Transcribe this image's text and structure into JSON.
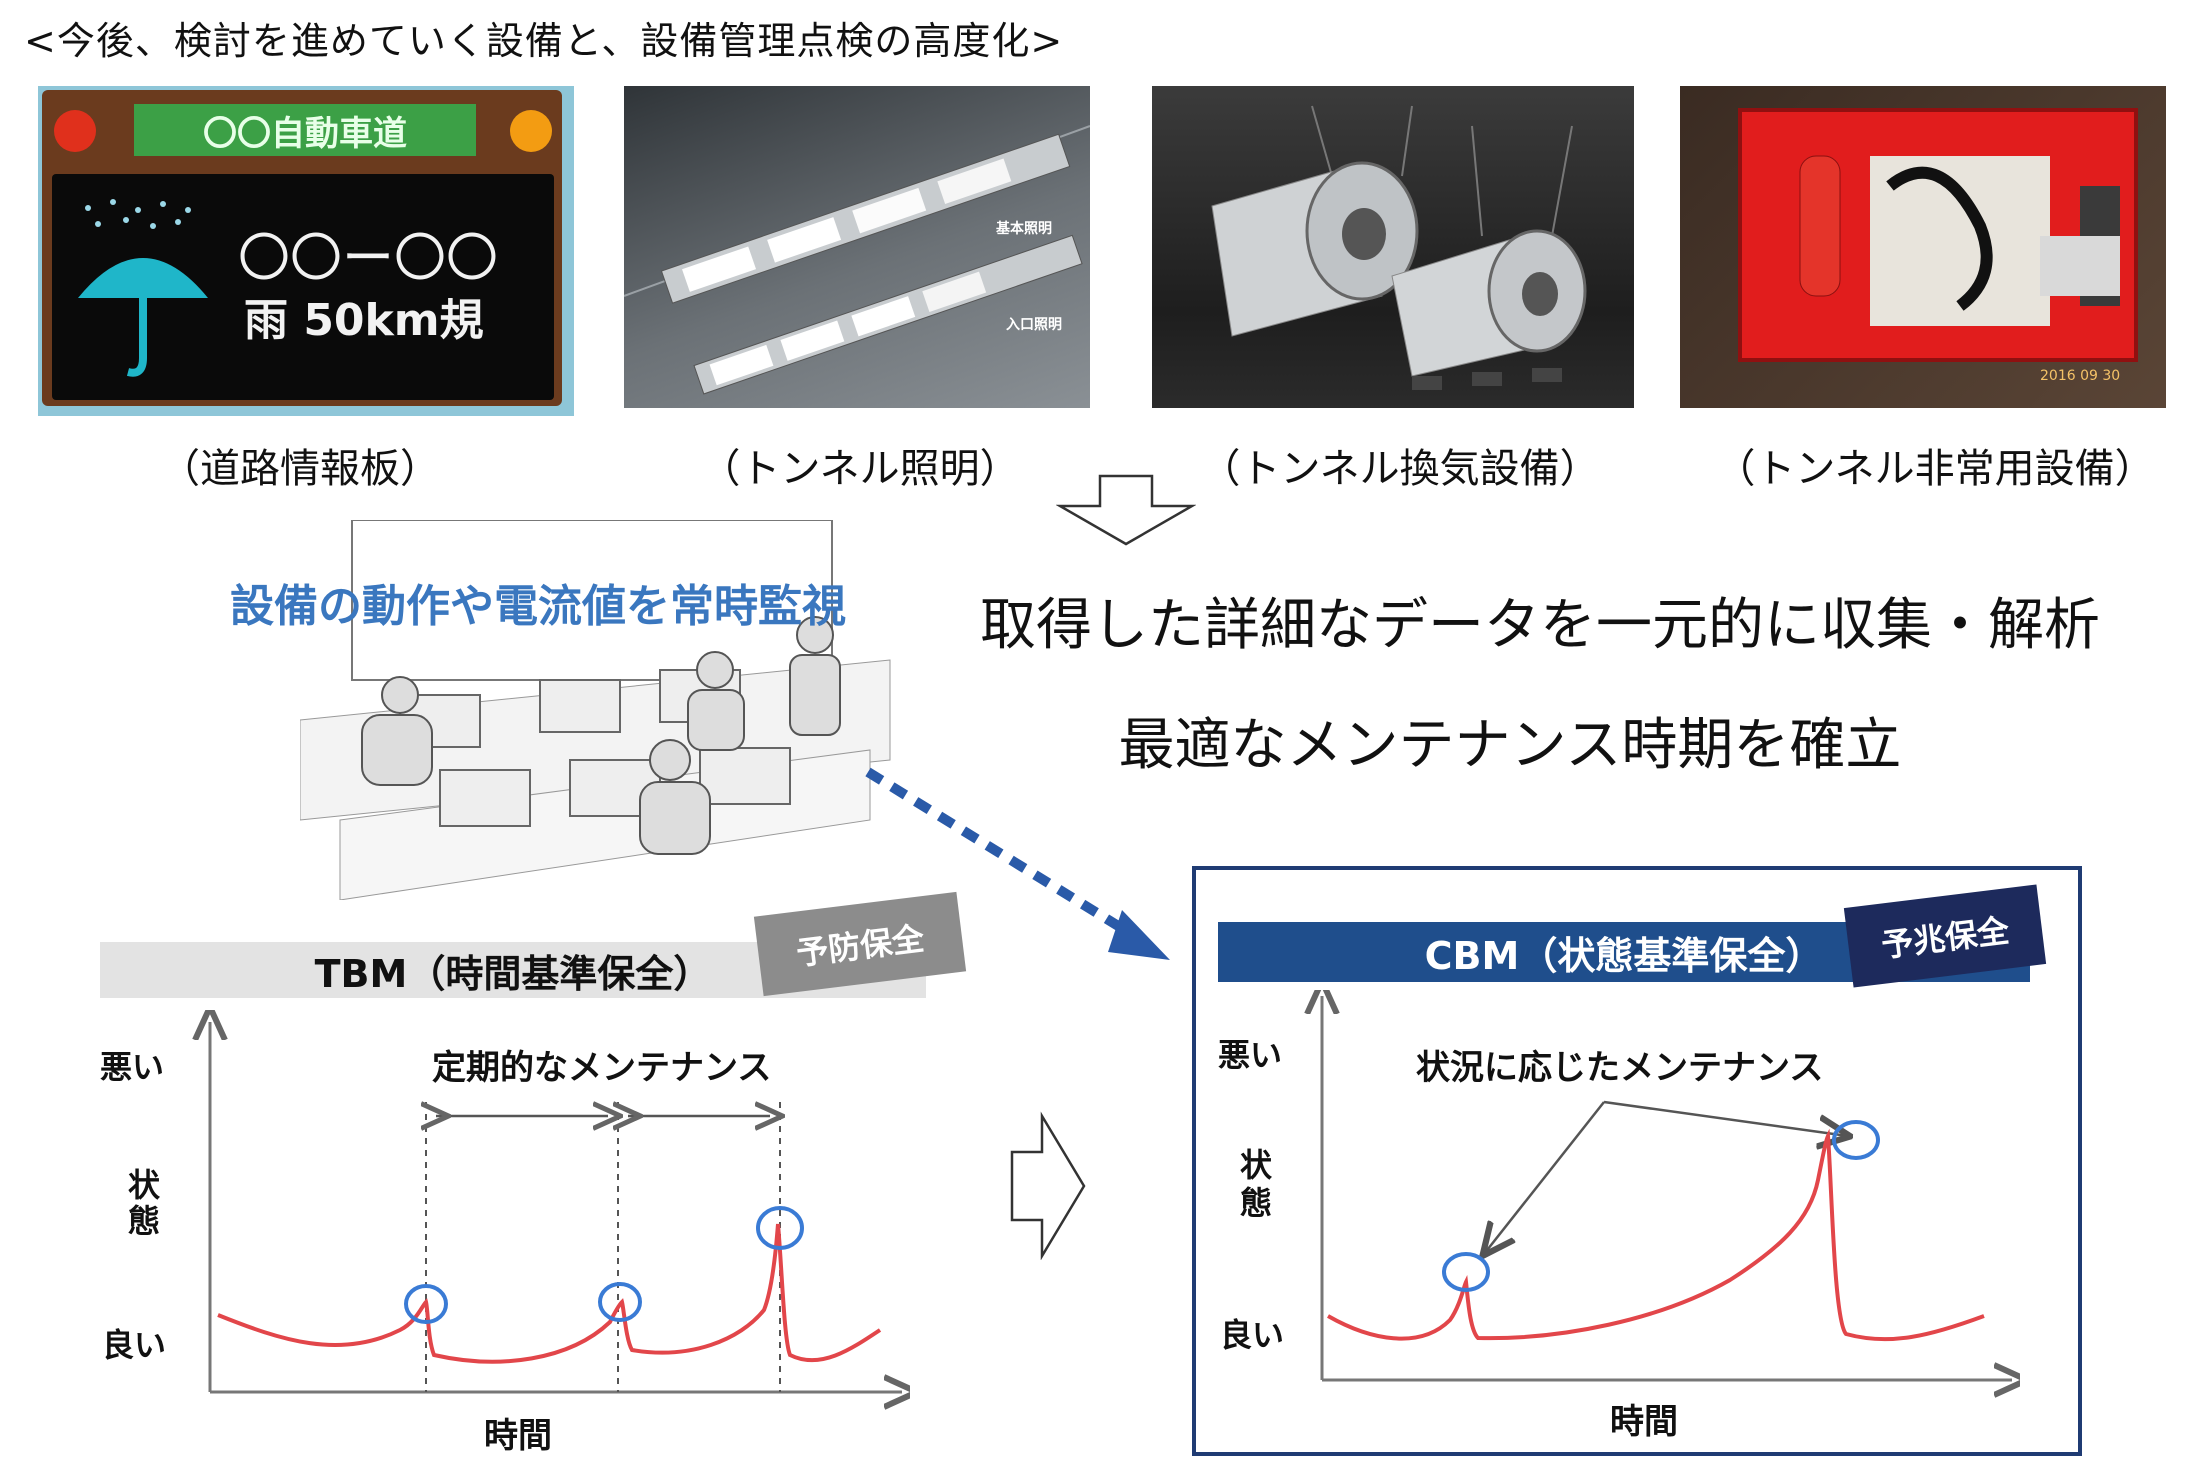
{
  "title": "<今後、検討を進めていく設備と、設備管理点検の高度化>",
  "photos": [
    {
      "caption": "（道路情報板）",
      "sign": {
        "road": "〇〇自動車道",
        "line1": "〇〇ー〇〇",
        "line2": "雨 50km規"
      }
    },
    {
      "caption": "（トンネル照明）",
      "labels": [
        "基本照明",
        "入口照明"
      ]
    },
    {
      "caption": "（トンネル換気設備）"
    },
    {
      "caption": "（トンネル非常用設備）",
      "stamp": "2016 09 30"
    }
  ],
  "monitoring": {
    "caption": "設備の動作や電流値を常時監視"
  },
  "headline": {
    "line1": "取得した詳細なデータを一元的に収集・解析",
    "line2": "最適なメンテナンス時期を確立"
  },
  "tbm": {
    "banner": "TBM（時間基準保全）",
    "tag": "予防保全",
    "y_top": "悪い",
    "y_mid": [
      "状",
      "態"
    ],
    "y_bottom": "良い",
    "x_label": "時間",
    "annotation": "定期的なメンテナンス"
  },
  "cbm": {
    "banner": "CBM（状態基準保全）",
    "tag": "予兆保全",
    "y_top": "悪い",
    "y_mid": [
      "状",
      "態"
    ],
    "y_bottom": "良い",
    "x_label": "時間",
    "annotation": "状況に応じたメンテナンス"
  },
  "colors": {
    "curve": "#e2464a",
    "circle": "#3a7bd5",
    "cbm_banner": "#1f4e8c",
    "cbm_frame": "#1f3b73",
    "tbm_banner": "#e3e3e3",
    "tbm_tag": "#8c8c8c",
    "arrow_dotted": "#2a5aa8",
    "monitor_text": "#3a77bf"
  }
}
